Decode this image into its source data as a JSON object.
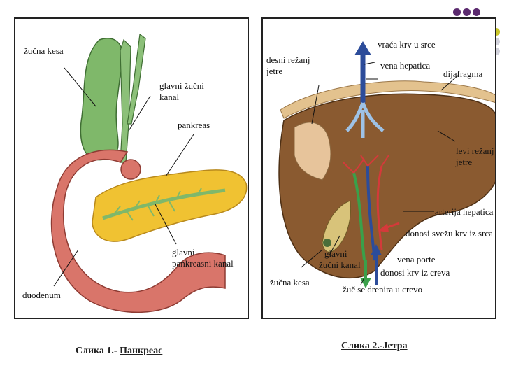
{
  "left_panel": {
    "labels": {
      "gallbladder": "žučna kesa",
      "main_bile_duct_1": "glavni žučni",
      "main_bile_duct_2": "kanal",
      "pancreas": "pankreas",
      "pancreatic_duct_1": "glavni",
      "pancreatic_duct_2": "pankreasni kanal",
      "duodenum": "duodenum"
    }
  },
  "right_panel": {
    "labels": {
      "blood_to_heart": "vraća krv u srce",
      "right_lobe_1": "desni režanj",
      "right_lobe_2": "jetre",
      "hepatic_vein": "vena hepatica",
      "diaphragm": "dijafragma",
      "left_lobe_1": "levi režanj",
      "left_lobe_2": "jetre",
      "hepatic_artery": "arterija hepatica",
      "fresh_blood": "donosi svežu krv iz srca",
      "portal_vein": "vena porte",
      "main_bile_duct_1": "glavni",
      "main_bile_duct_2": "žučni kanal",
      "blood_from_intestine": "donosi krv iz creva",
      "gallbladder": "žučna kesa",
      "bile_drains": "žuč se drenira u crevo"
    }
  },
  "captions": {
    "fig1_prefix": "Слика 1.-",
    "fig1_title": "Панкреас",
    "fig2": "Слика 2.-Јетра"
  },
  "colors": {
    "gallbladder": "#7fb86a",
    "duodenum": "#d9756a",
    "pancreas": "#f0c232",
    "liver": "#8a5a30",
    "dot_purple": "#5b2a6e",
    "dot_teal": "#6f9d9a",
    "dot_yellow": "#c9c62a",
    "dot_grey": "#d2d2dc"
  }
}
